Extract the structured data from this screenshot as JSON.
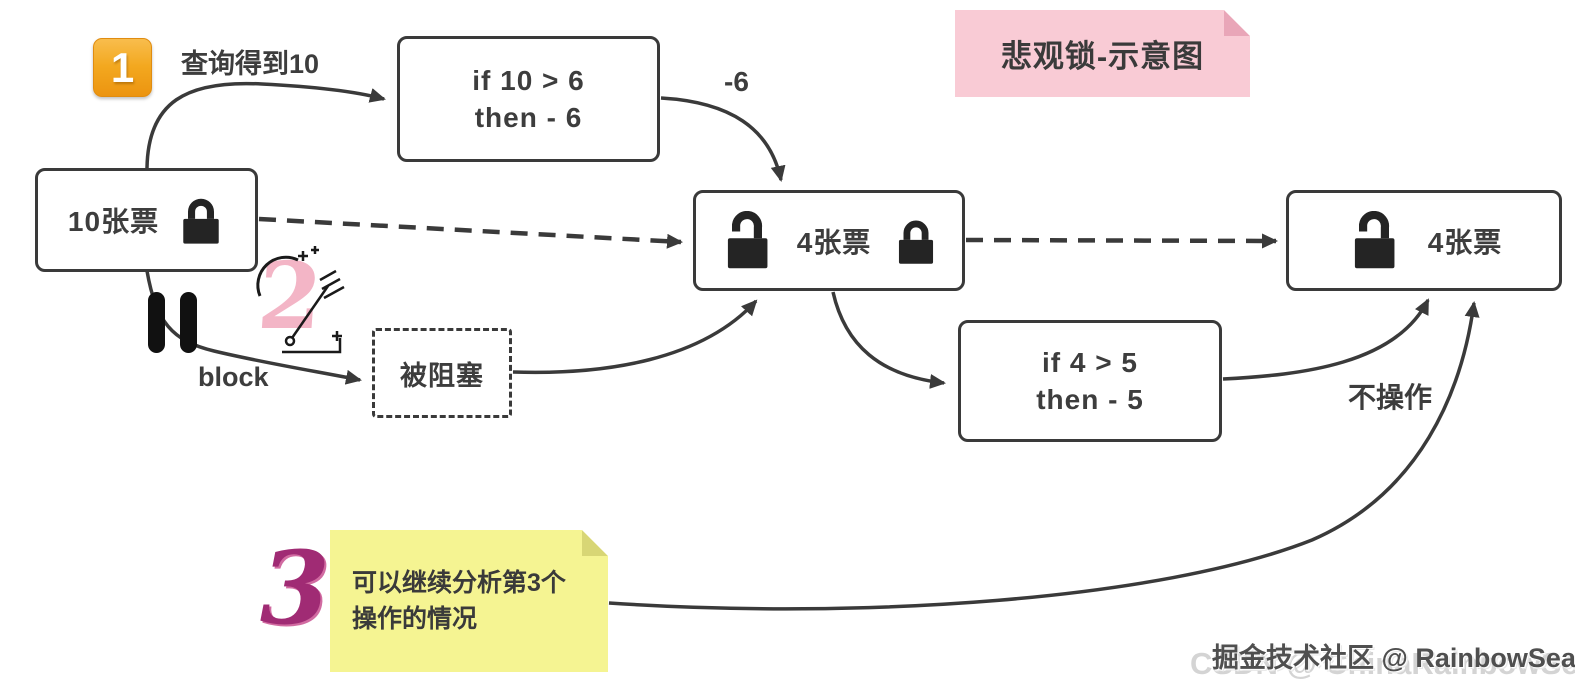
{
  "title_note": {
    "text": "悲观锁-示意图"
  },
  "steps": {
    "one": "1",
    "two": "2",
    "three": "3"
  },
  "labels": {
    "query_result": "查询得到10",
    "minus_six": "-6",
    "block": "block",
    "no_operation": "不操作"
  },
  "nodes": {
    "tickets_initial": {
      "label": "10张票",
      "lock": "locked-padlock-icon"
    },
    "condition_first": {
      "line1": "if 10 > 6",
      "line2": "then - 6"
    },
    "tickets_after_first": {
      "label": "4张票",
      "locks": [
        "unlocked-padlock-icon",
        "locked-padlock-icon"
      ]
    },
    "tickets_final": {
      "label": "4张票",
      "locks": [
        "unlocked-padlock-icon"
      ]
    },
    "blocked": {
      "label": "被阻塞"
    },
    "condition_second": {
      "line1": "if 4 > 5",
      "line2": "then - 5"
    }
  },
  "note_step3": {
    "line1": "可以继续分析第3个",
    "line2": "操作的情况"
  },
  "watermark": {
    "primary": "掘金技术社区 @ RainbowSea",
    "secondary": "CSDN @ ChinaRainbowSea"
  },
  "colors": {
    "line": "#3a3a3a",
    "text": "#3d3d3d",
    "badge_orange": "#f2a41c",
    "note_pink": "#f9cbd5",
    "note_pink_fold": "#e9a6b8",
    "note_yellow": "#f5f492",
    "note_yellow_fold": "#d8d675",
    "numeral_pink": "#f3b5c6",
    "numeral_purple": "#a02b74"
  }
}
